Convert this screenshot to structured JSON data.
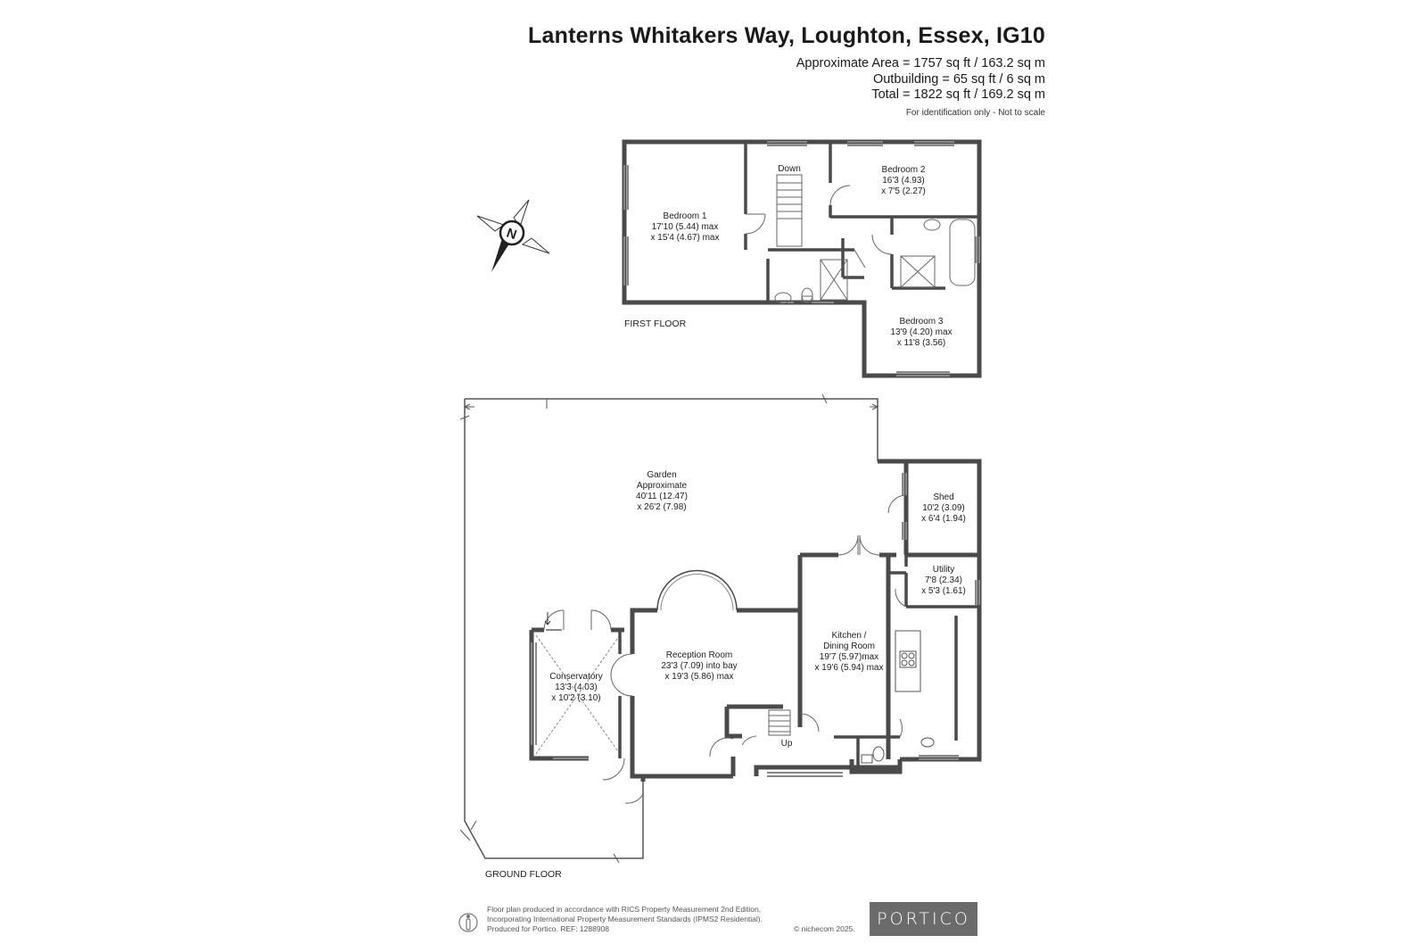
{
  "header": {
    "title": "Lanterns Whitakers Way, Loughton, Essex, IG10",
    "approximate_area": "Approximate Area = 1757 sq ft / 163.2 sq m",
    "outbuilding": "Outbuilding = 65 sq ft / 6 sq m",
    "total": "Total = 1822 sq ft / 169.2 sq m",
    "disclaimer": "For identification only - Not to scale"
  },
  "compass": {
    "label": "N"
  },
  "first_floor": {
    "label": "FIRST FLOOR",
    "down_label": "Down",
    "bedroom1": {
      "name": "Bedroom 1",
      "dim1": "17'10 (5.44) max",
      "dim2": "x 15'4 (4.67) max"
    },
    "bedroom2": {
      "name": "Bedroom 2",
      "dim1": "16'3 (4.93)",
      "dim2": "x 7'5 (2.27)"
    },
    "bedroom3": {
      "name": "Bedroom 3",
      "dim1": "13'9 (4.20) max",
      "dim2": "x 11'8 (3.56)"
    }
  },
  "ground_floor": {
    "label": "GROUND FLOOR",
    "up_label": "Up",
    "garden": {
      "name": "Garden",
      "line2": "Approximate",
      "dim1": "40'11 (12.47)",
      "dim2": "x 26'2 (7.98)"
    },
    "shed": {
      "name": "Shed",
      "dim1": "10'2 (3.09)",
      "dim2": "x 6'4 (1.94)"
    },
    "utility": {
      "name": "Utility",
      "dim1": "7'8 (2.34)",
      "dim2": "x 5'3 (1.61)"
    },
    "kitchen": {
      "name": "Kitchen /",
      "line2": "Dining Room",
      "dim1": "19'7 (5.97)max",
      "dim2": "x 19'6 (5.94) max"
    },
    "reception": {
      "name": "Reception Room",
      "dim1": "23'3 (7.09) into bay",
      "dim2": "x 19'3 (5.86) max"
    },
    "conservatory": {
      "name": "Conservatory",
      "dim1": "13'3 (4.03)",
      "dim2": "x 10'2 (3.10)"
    }
  },
  "footer": {
    "line1": "Floor plan produced in accordance with RICS Property Measurement 2nd Edition,",
    "line2": "Incorporating International Property Measurement Standards (IPMS2 Residential).",
    "line3": "Produced for Portico.   REF: 1288908",
    "copyright": "© nichecom 2025.",
    "brand": "PORTICO"
  },
  "colors": {
    "wall": "#4a4a4a",
    "brand_bg": "#6b6b6b",
    "text": "#1a1a1a"
  }
}
